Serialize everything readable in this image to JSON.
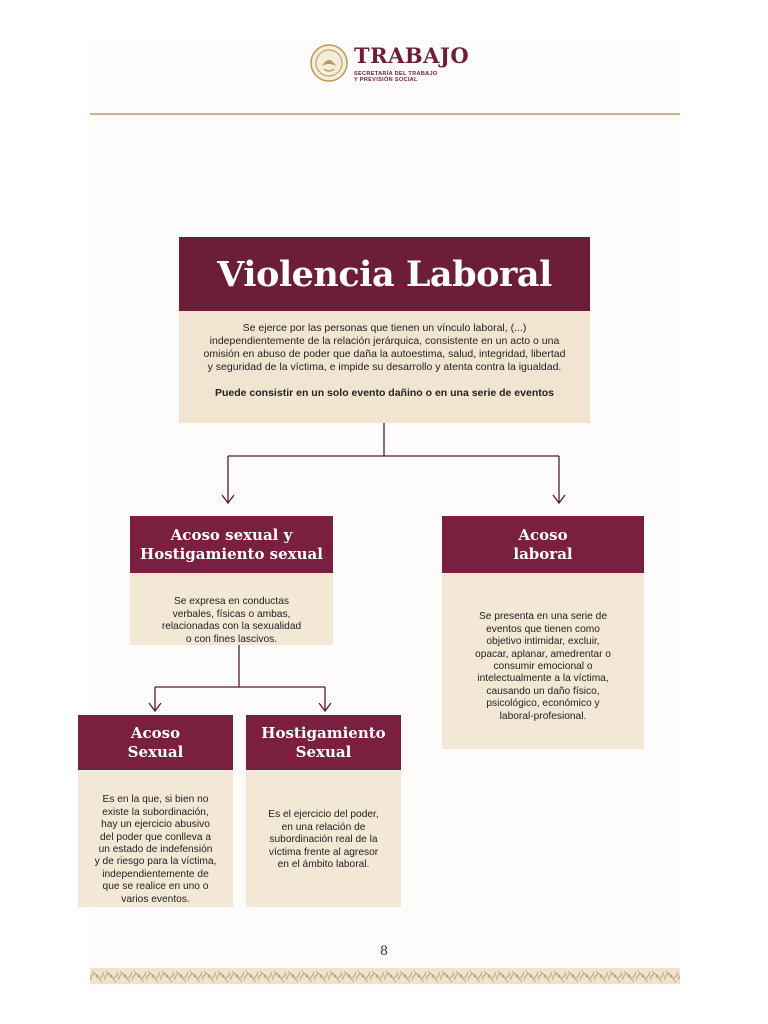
{
  "header": {
    "brand": "TRABAJO",
    "subtitle_line1": "SECRETARÍA DEL TRABAJO",
    "subtitle_line2": "Y PREVISIÓN SOCIAL"
  },
  "main": {
    "title": "Violencia Laboral",
    "description": "Se ejerce por las personas que tienen un vínculo laboral, (...) independientemente de la relación jerárquica, consistente en un acto o una omisión en abuso de poder que daña la autoestima, salud, integridad, libertad y seguridad de la víctima, e impide su desarrollo y atenta contra la igualdad.",
    "note": "Puede consistir en un solo evento dañino o en una serie de eventos"
  },
  "acoso_sexual_hostigamiento": {
    "title": "Acoso sexual y\nHostigamiento sexual",
    "description": "Se expresa en conductas\nverbales, físicas o ambas,\nrelacionadas con la sexualidad\no con fines lascivos."
  },
  "acoso_laboral": {
    "title": "Acoso\nlaboral",
    "description": "Se presenta en una serie de\neventos que tienen como\nobjetivo intimidar, excluir,\nopacar, aplanar, amedrentar o\nconsumir emocional o\nintelectualmente a la víctima,\ncausando un daño físico,\npsicológico, económico y\nlaboral-profesional."
  },
  "acoso_sexual": {
    "title": "Acoso\nSexual",
    "description": "Es en la que, si bien no\nexiste la subordinación,\nhay un ejercicio abusivo\ndel poder que conlleva a\nun estado de indefensión\ny de riesgo para la víctima,\nindependientemente de\nque se realice en uno o\nvarios eventos."
  },
  "hostigamiento_sexual": {
    "title": "Hostigamiento\nSexual",
    "description": "Es el ejercicio del poder,\nen una relación de\nsubordinación real de la\nvíctima frente al agresor\nen el ámbito laboral."
  },
  "page_number": "8",
  "colors": {
    "maroon": "#6c1d38",
    "maroon_light": "#7a1f3f",
    "beige": "#f1e5d2",
    "gold": "#c8b28a"
  }
}
